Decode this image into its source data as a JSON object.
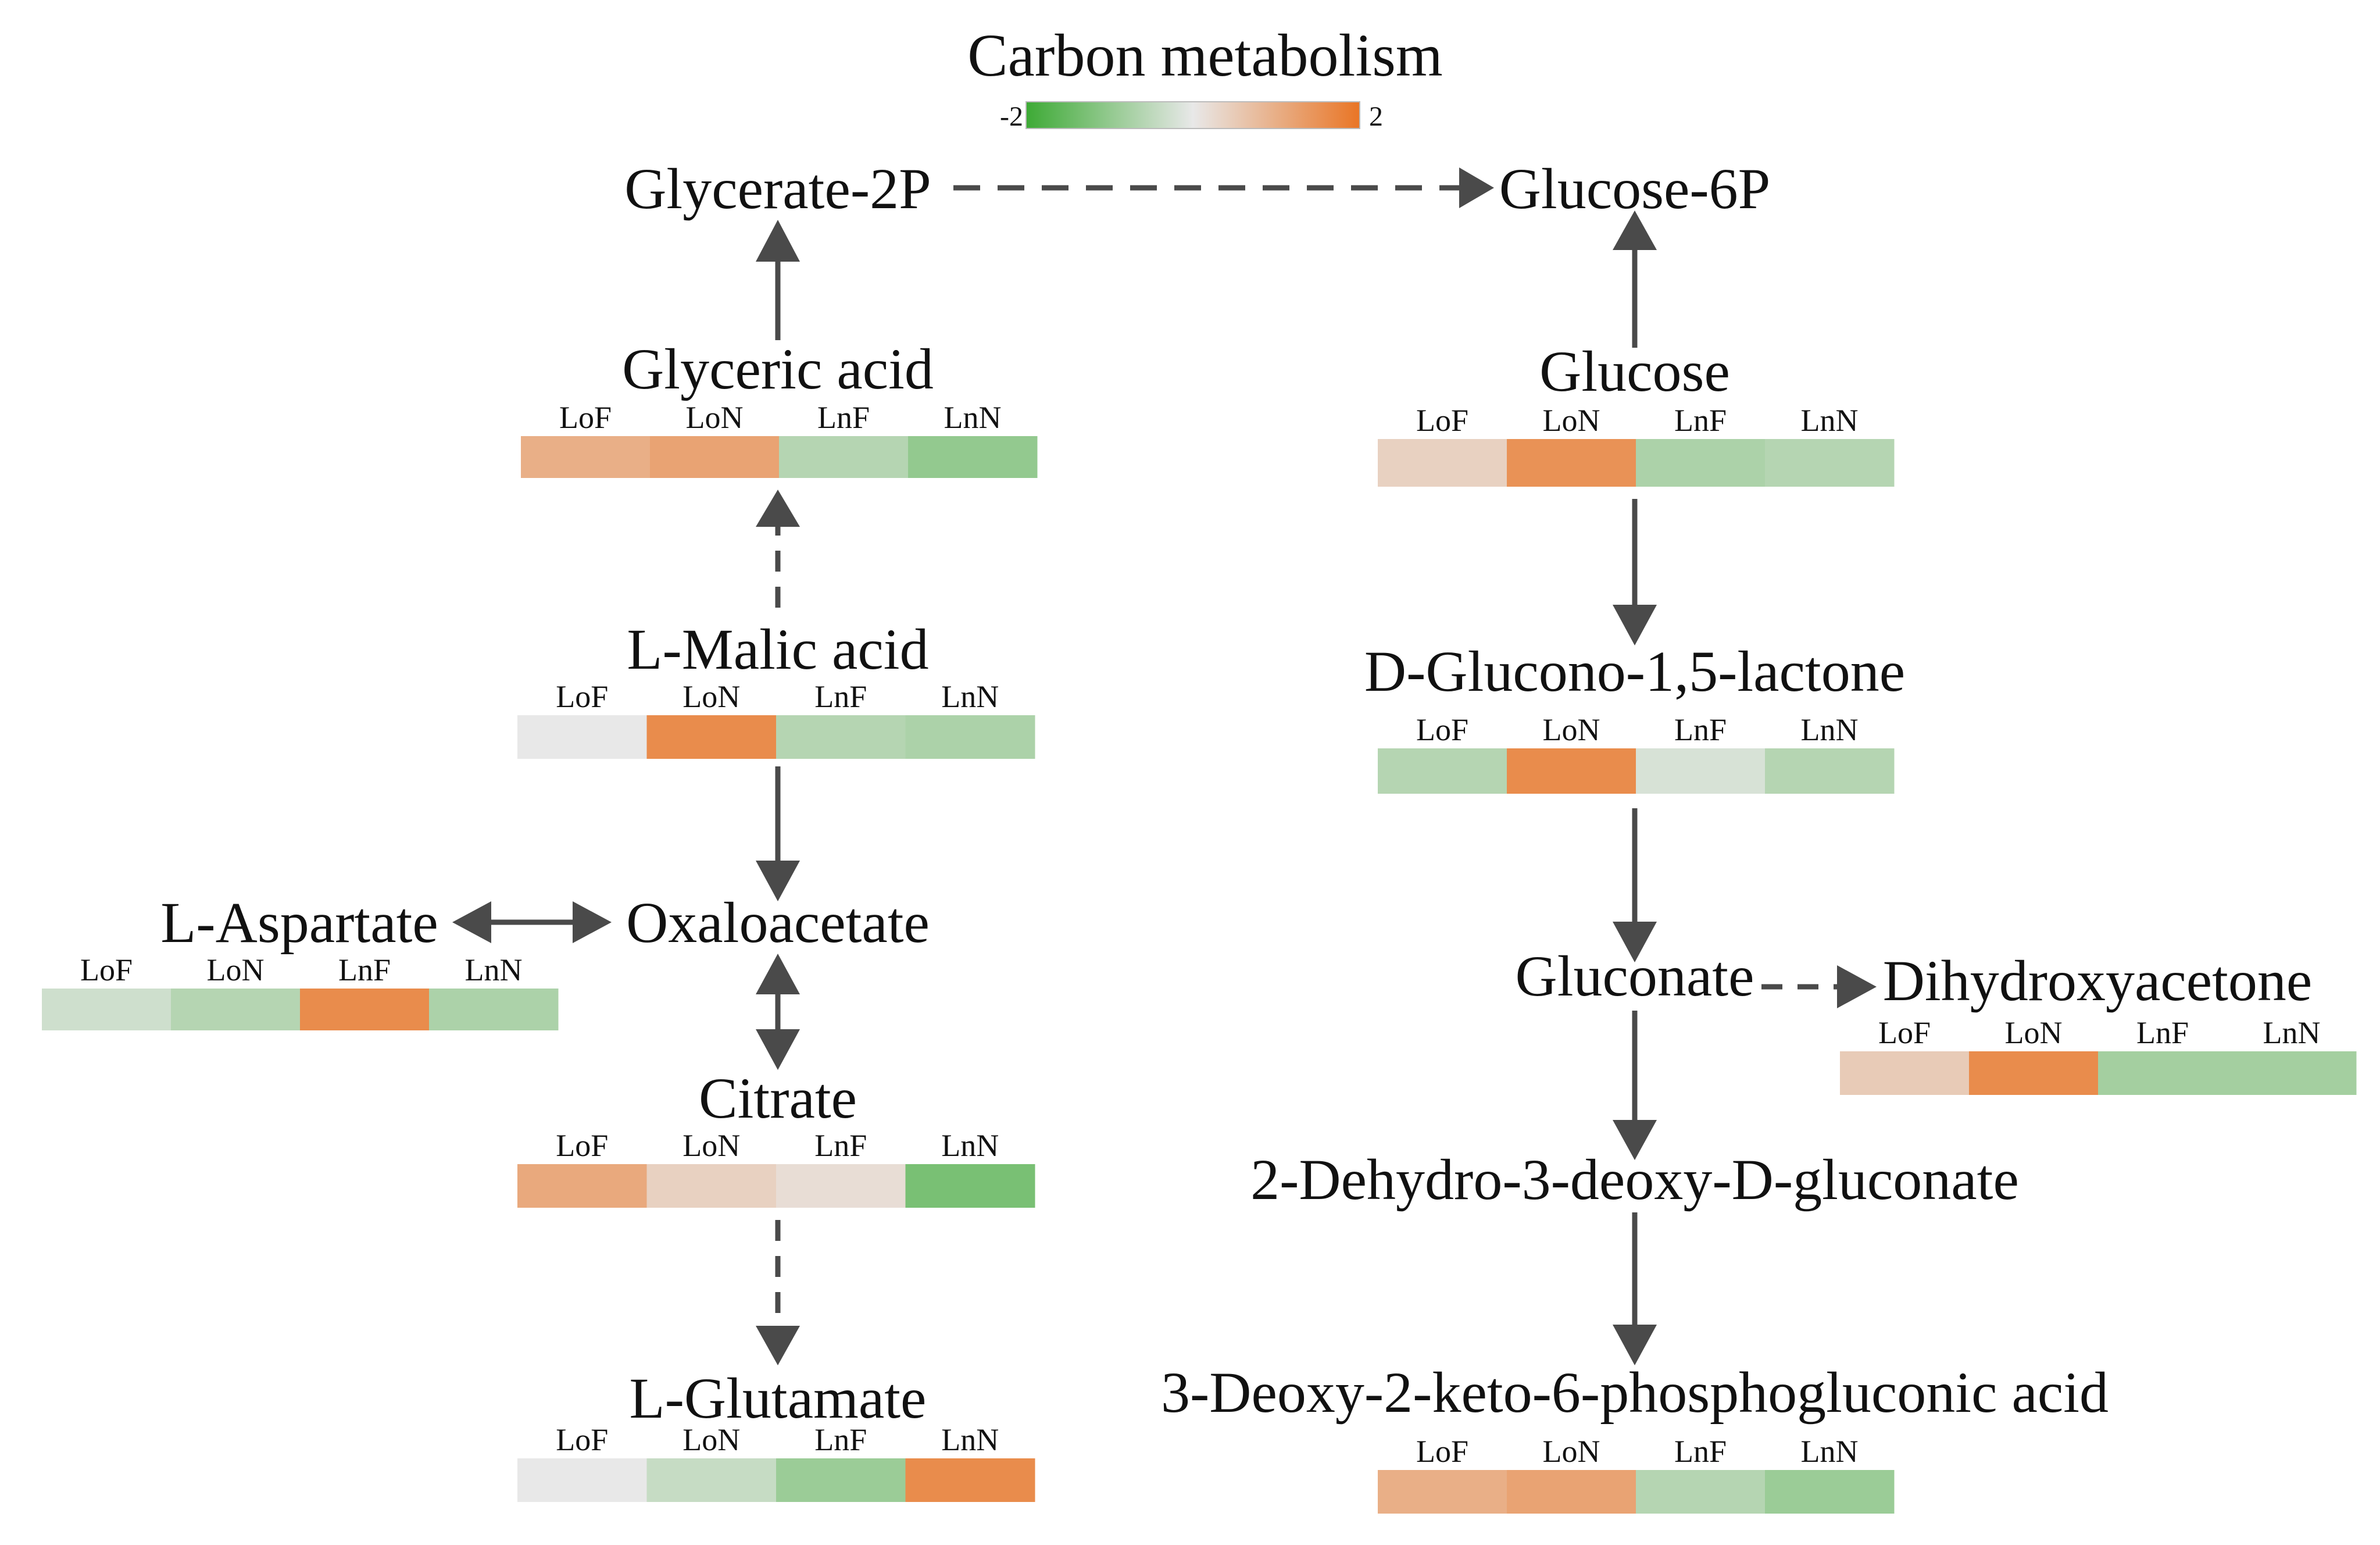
{
  "title": "Carbon metabolism",
  "legend": {
    "min_label": "-2",
    "max_label": "2",
    "colors": [
      "#3daa35",
      "#e8e8e8",
      "#e97525"
    ]
  },
  "sample_labels": [
    "LoF",
    "LoN",
    "LnF",
    "LnN"
  ],
  "nodes": {
    "glycerate2p": {
      "label": "Glycerate-2P"
    },
    "glucose6p": {
      "label": "Glucose-6P"
    },
    "oxaloacetate": {
      "label": "Oxaloacetate"
    },
    "gluconate": {
      "label": "Gluconate"
    },
    "dehydro": {
      "label": "2-Dehydro-3-deoxy-D-gluconate"
    },
    "glyceric_acid": {
      "label": "Glyceric acid",
      "values": [
        1.0,
        1.2,
        -0.6,
        -1.0
      ]
    },
    "malic_acid": {
      "label": "L-Malic acid",
      "values": [
        0.0,
        1.6,
        -0.6,
        -0.7
      ]
    },
    "aspartate": {
      "label": "L-Aspartate",
      "values": [
        -0.3,
        -0.6,
        1.6,
        -0.7
      ]
    },
    "citrate": {
      "label": "Citrate",
      "values": [
        1.1,
        0.4,
        0.2,
        -1.3
      ]
    },
    "glutamate": {
      "label": "L-Glutamate",
      "values": [
        0.0,
        -0.4,
        -0.9,
        1.6
      ]
    },
    "glucose": {
      "label": "Glucose",
      "values": [
        0.4,
        1.5,
        -0.7,
        -0.6
      ]
    },
    "glucono_lactone": {
      "label": "D-Glucono-1,5-lactone",
      "values": [
        -0.6,
        1.6,
        -0.2,
        -0.6
      ]
    },
    "dihydroxyacetone": {
      "label": "Dihydroxyacetone",
      "values": [
        0.5,
        1.6,
        -0.8,
        -0.8
      ]
    },
    "deoxy_keto": {
      "label": "3-Deoxy-2-keto-6-phosphogluconic acid",
      "values": [
        1.0,
        1.2,
        -0.6,
        -0.9
      ]
    }
  }
}
